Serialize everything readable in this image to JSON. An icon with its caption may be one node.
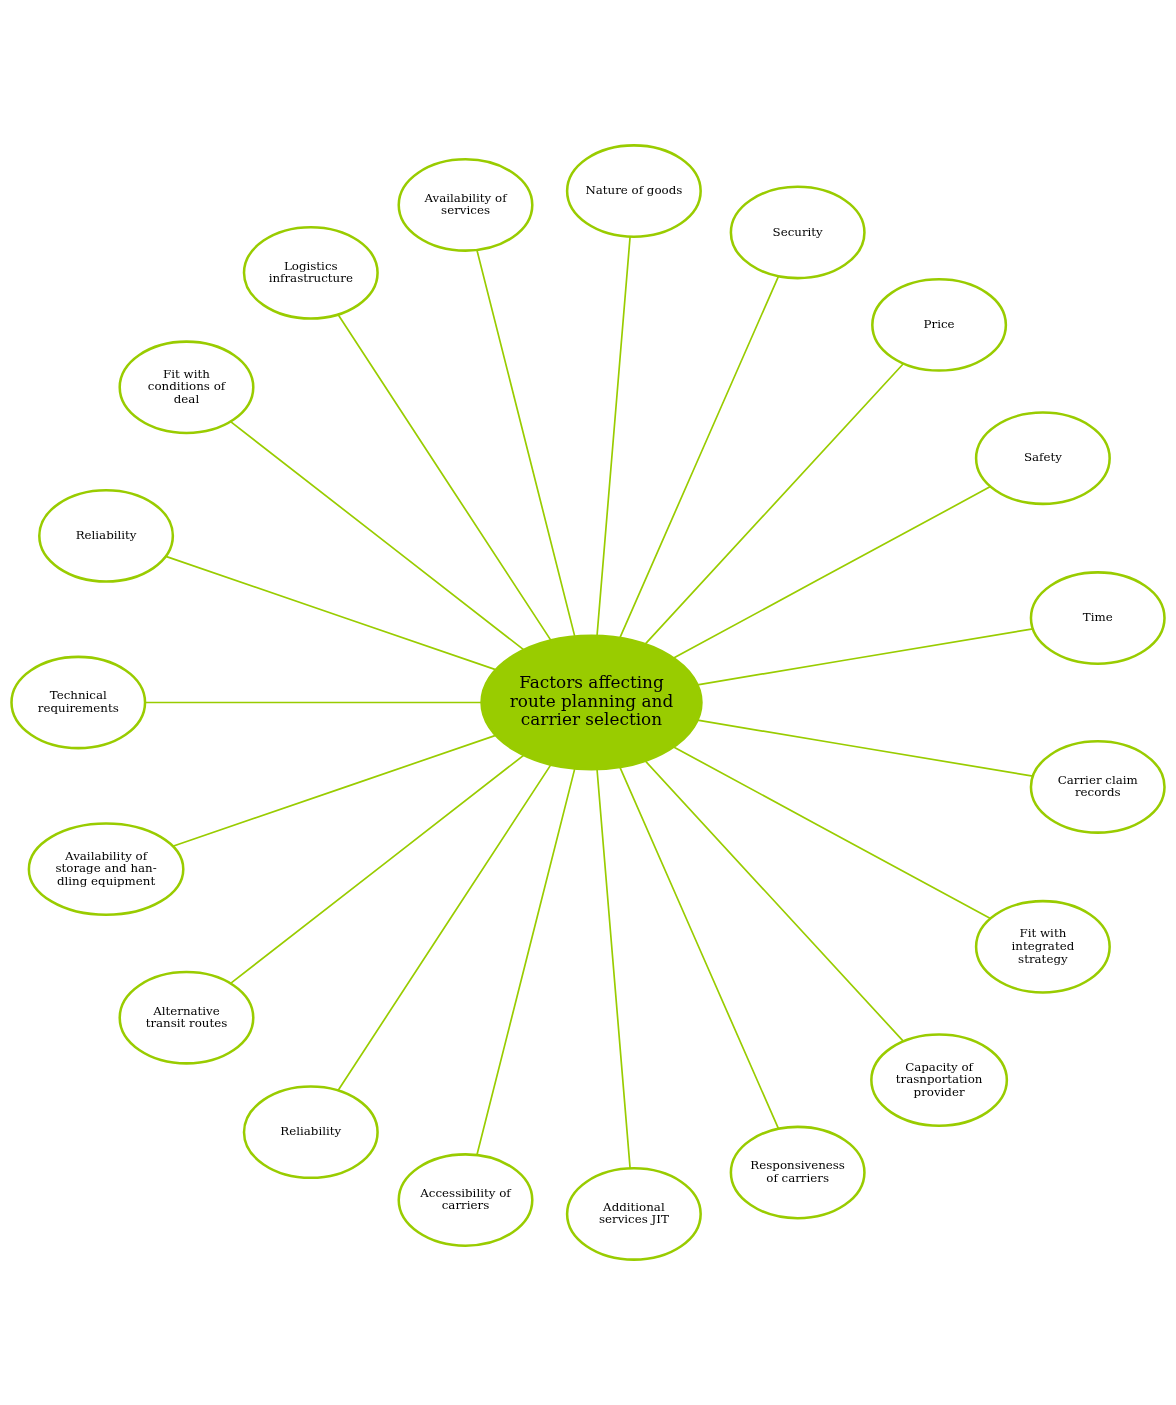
{
  "diagram": {
    "nodes": [
      {
        "text": [
          "Factors affecting route planning and carrier selection"
        ]
      },
      {
        "text": [
          "Time"
        ]
      },
      {
        "text": [
          "Safety"
        ]
      },
      {
        "text": [
          "Price"
        ]
      },
      {
        "text": [
          "Security"
        ]
      },
      {
        "text": [
          "Nature of goods"
        ]
      },
      {
        "text": [
          "Availability of services"
        ]
      },
      {
        "text": [
          "Logistics infrastructure"
        ]
      },
      {
        "text": [
          "Fit with conditions of deal"
        ]
      },
      {
        "text": [
          "Reliability"
        ]
      },
      {
        "text": [
          "Technical requirements"
        ]
      },
      {
        "text": [
          "Availability of storage and han- dling equipment"
        ]
      },
      {
        "text": [
          "Alternative transit routes"
        ]
      },
      {
        "text": [
          "Reliability"
        ]
      },
      {
        "text": [
          "Accessibility of carriers"
        ]
      },
      {
        "text": [
          "Additional services JIT"
        ]
      },
      {
        "text": [
          "Responsiveness of carriers"
        ]
      },
      {
        "text": [
          "Capacity of trasnportation provider"
        ]
      },
      {
        "text": [
          "Fit with integrated strategy"
        ]
      },
      {
        "text": [
          "Carrier claim records"
        ]
      }
    ],
    "edges": [
      {
        "from": 1,
        "to": 0,
        "arrow": "none"
      },
      {
        "from": 2,
        "to": 0,
        "arrow": "none"
      },
      {
        "from": 3,
        "to": 0,
        "arrow": "none"
      },
      {
        "from": 4,
        "to": 0,
        "arrow": "none"
      },
      {
        "from": 5,
        "to": 0,
        "arrow": "none"
      },
      {
        "from": 6,
        "to": 0,
        "arrow": "none"
      },
      {
        "from": 7,
        "to": 0,
        "arrow": "none"
      },
      {
        "from": 8,
        "to": 0,
        "arrow": "none"
      },
      {
        "from": 9,
        "to": 0,
        "arrow": "none"
      },
      {
        "from": 10,
        "to": 0,
        "arrow": "none"
      },
      {
        "from": 11,
        "to": 0,
        "arrow": "none"
      },
      {
        "from": 12,
        "to": 0,
        "arrow": "none"
      },
      {
        "from": 13,
        "to": 0,
        "arrow": "none"
      },
      {
        "from": 14,
        "to": 0,
        "arrow": "none"
      },
      {
        "from": 15,
        "to": 0,
        "arrow": "none"
      },
      {
        "from": 16,
        "to": 0,
        "arrow": "none"
      },
      {
        "from": 17,
        "to": 0,
        "arrow": "none"
      },
      {
        "from": 18,
        "to": 0,
        "arrow": "none"
      },
      {
        "from": 19,
        "to": 0,
        "arrow": "none"
      }
    ]
  }
}
